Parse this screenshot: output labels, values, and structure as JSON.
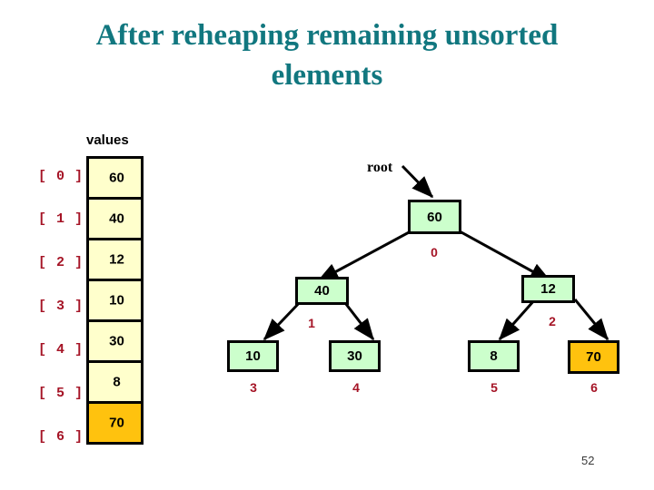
{
  "slide": {
    "title": "After reheaping remaining unsorted elements",
    "page_number": "52"
  },
  "array": {
    "label": "values",
    "cells": [
      {
        "index": "[ 0 ]",
        "value": "60",
        "highlighted": false
      },
      {
        "index": "[ 1 ]",
        "value": "40",
        "highlighted": false
      },
      {
        "index": "[ 2 ]",
        "value": "12",
        "highlighted": false
      },
      {
        "index": "[ 3 ]",
        "value": "10",
        "highlighted": false
      },
      {
        "index": "[ 4 ]",
        "value": "30",
        "highlighted": false
      },
      {
        "index": "[ 5 ]",
        "value": "8",
        "highlighted": false
      },
      {
        "index": "[ 6 ]",
        "value": "70",
        "highlighted": true
      }
    ]
  },
  "tree": {
    "root_label": "root",
    "nodes": [
      {
        "value": "60",
        "index": "0",
        "highlighted": false
      },
      {
        "value": "40",
        "index": "1",
        "highlighted": false
      },
      {
        "value": "12",
        "index": "2",
        "highlighted": false
      },
      {
        "value": "10",
        "index": "3",
        "highlighted": false
      },
      {
        "value": "30",
        "index": "4",
        "highlighted": false
      },
      {
        "value": "8",
        "index": "5",
        "highlighted": false
      },
      {
        "value": "70",
        "index": "6",
        "highlighted": true
      }
    ]
  },
  "colors": {
    "title": "#11777f",
    "index_red": "#a51426",
    "array_cell": "#ffffcc",
    "tree_node": "#ccffcc",
    "highlight": "#ffc20e",
    "outline": "#000000"
  }
}
